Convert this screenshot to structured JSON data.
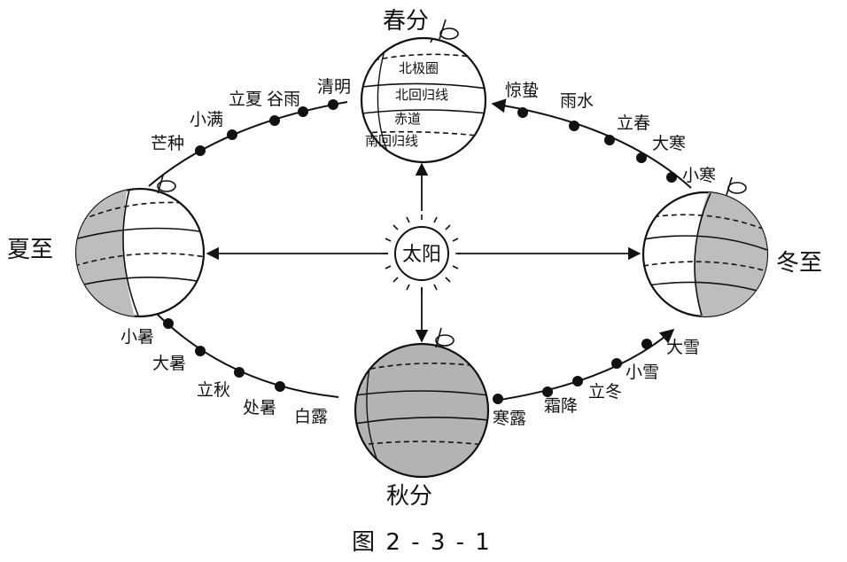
{
  "positions": {
    "spring_equinox": "春分",
    "summer_solstice": "夏至",
    "autumn_equinox": "秋分",
    "winter_solstice": "冬至"
  },
  "sun_label": "太阳",
  "globe_labels": {
    "arctic_circle": "北极圈",
    "tropic_of_cancer": "北回归线",
    "equator": "赤道",
    "tropic_of_capricorn": "南回归线"
  },
  "solar_terms": {
    "qingming": "清明",
    "guyu": "谷雨",
    "lixia": "立夏",
    "xiaoman": "小满",
    "mangzhong": "芒种",
    "jingzhe": "惊蛰",
    "yushui": "雨水",
    "lichun": "立春",
    "dahan": "大寒",
    "xiaohan": "小寒",
    "xiaoshu": "小暑",
    "dashu": "大暑",
    "liqiu": "立秋",
    "chushu": "处暑",
    "bailu": "白露",
    "hanlu": "寒露",
    "shuangjiang": "霜降",
    "lidong": "立冬",
    "xiaoxue": "小雪",
    "daxue": "大雪"
  },
  "caption": "图 2 - 3 - 1"
}
